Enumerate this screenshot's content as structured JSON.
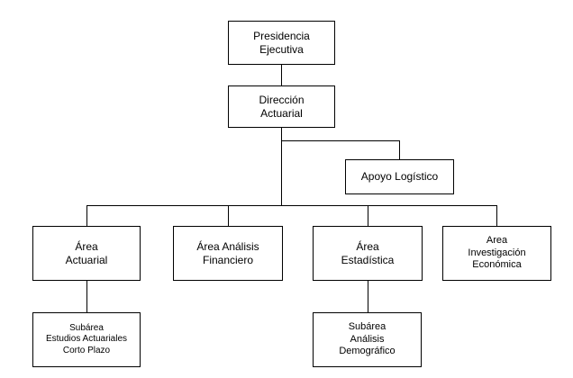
{
  "org_chart": {
    "presidencia": {
      "lines": [
        "Presidencia",
        "Ejecutiva"
      ]
    },
    "direccion": {
      "lines": [
        "Dirección",
        "Actuarial"
      ]
    },
    "apoyo": {
      "lines": [
        "Apoyo Logístico"
      ]
    },
    "area_actuarial": {
      "lines": [
        "Área",
        "Actuarial"
      ]
    },
    "area_analisis": {
      "lines": [
        "Área Análisis",
        "Financiero"
      ]
    },
    "area_estadistica": {
      "lines": [
        "Área",
        "Estadística"
      ]
    },
    "area_investigacion": {
      "lines": [
        "Area",
        "Investigación",
        "Económica"
      ]
    },
    "subarea_estudios": {
      "lines": [
        "Subárea",
        "Estudios Actuariales",
        "Corto Plazo"
      ]
    },
    "subarea_demografico": {
      "lines": [
        "Subárea",
        "Análisis",
        "Demográfico"
      ]
    }
  },
  "colors": {
    "line": "#000000",
    "box_border": "#000000",
    "background": "#ffffff"
  }
}
